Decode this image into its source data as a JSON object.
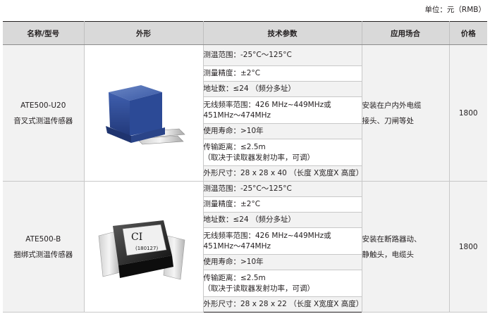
{
  "unit_label": "单位：元（RMB）",
  "headers": {
    "name": "名称/型号",
    "appearance": "外形",
    "specs": "技术参数",
    "application": "应用场合",
    "price": "价格"
  },
  "products": [
    {
      "model": "ATE500-U20",
      "name": "音叉式测温传感器",
      "image_icon": "blue-fork-sensor-icon",
      "specs": [
        [
          "测温范围：-25°C～125°C"
        ],
        [
          "测量精度：±2°C"
        ],
        [
          "地址数：≤24 （频分多址）"
        ],
        [
          "无线频率范围：426 MHz~449MHz或",
          "451MHz～474MHz"
        ],
        [
          "使用寿命：>10年"
        ],
        [
          "传输距离：≤2.5m",
          "（取决于读取器发射功率，可调）"
        ],
        [
          "外形尺寸：28 x 28 x 40 （长度 X宽度X 高度）"
        ]
      ],
      "application": [
        "安装在户内外电缆",
        "接头、刀闸等处"
      ],
      "price": "1800"
    },
    {
      "model": "ATE500-B",
      "name": "捆绑式测温传感器",
      "image_icon": "black-strap-sensor-icon",
      "label_brand": "CI",
      "label_code": "(180127)",
      "specs": [
        [
          "测温范围：-25°C～125°C"
        ],
        [
          "测量精度：±2°C"
        ],
        [
          "地址数：≤24 （频分多址）"
        ],
        [
          "无线频率范围：426 MHz~449MHz或",
          "451MHz～474MHz"
        ],
        [
          "使用寿命：>10年"
        ],
        [
          "传输距离：≤2.5m",
          "（取决于读取器发射功率，可调）"
        ],
        [
          "外形尺寸：28 x 28 x 22 （长度 X宽度X 高度）"
        ]
      ],
      "application": [
        "安装在断路器动、",
        "静触头，电缆头"
      ],
      "price": "1800"
    }
  ]
}
